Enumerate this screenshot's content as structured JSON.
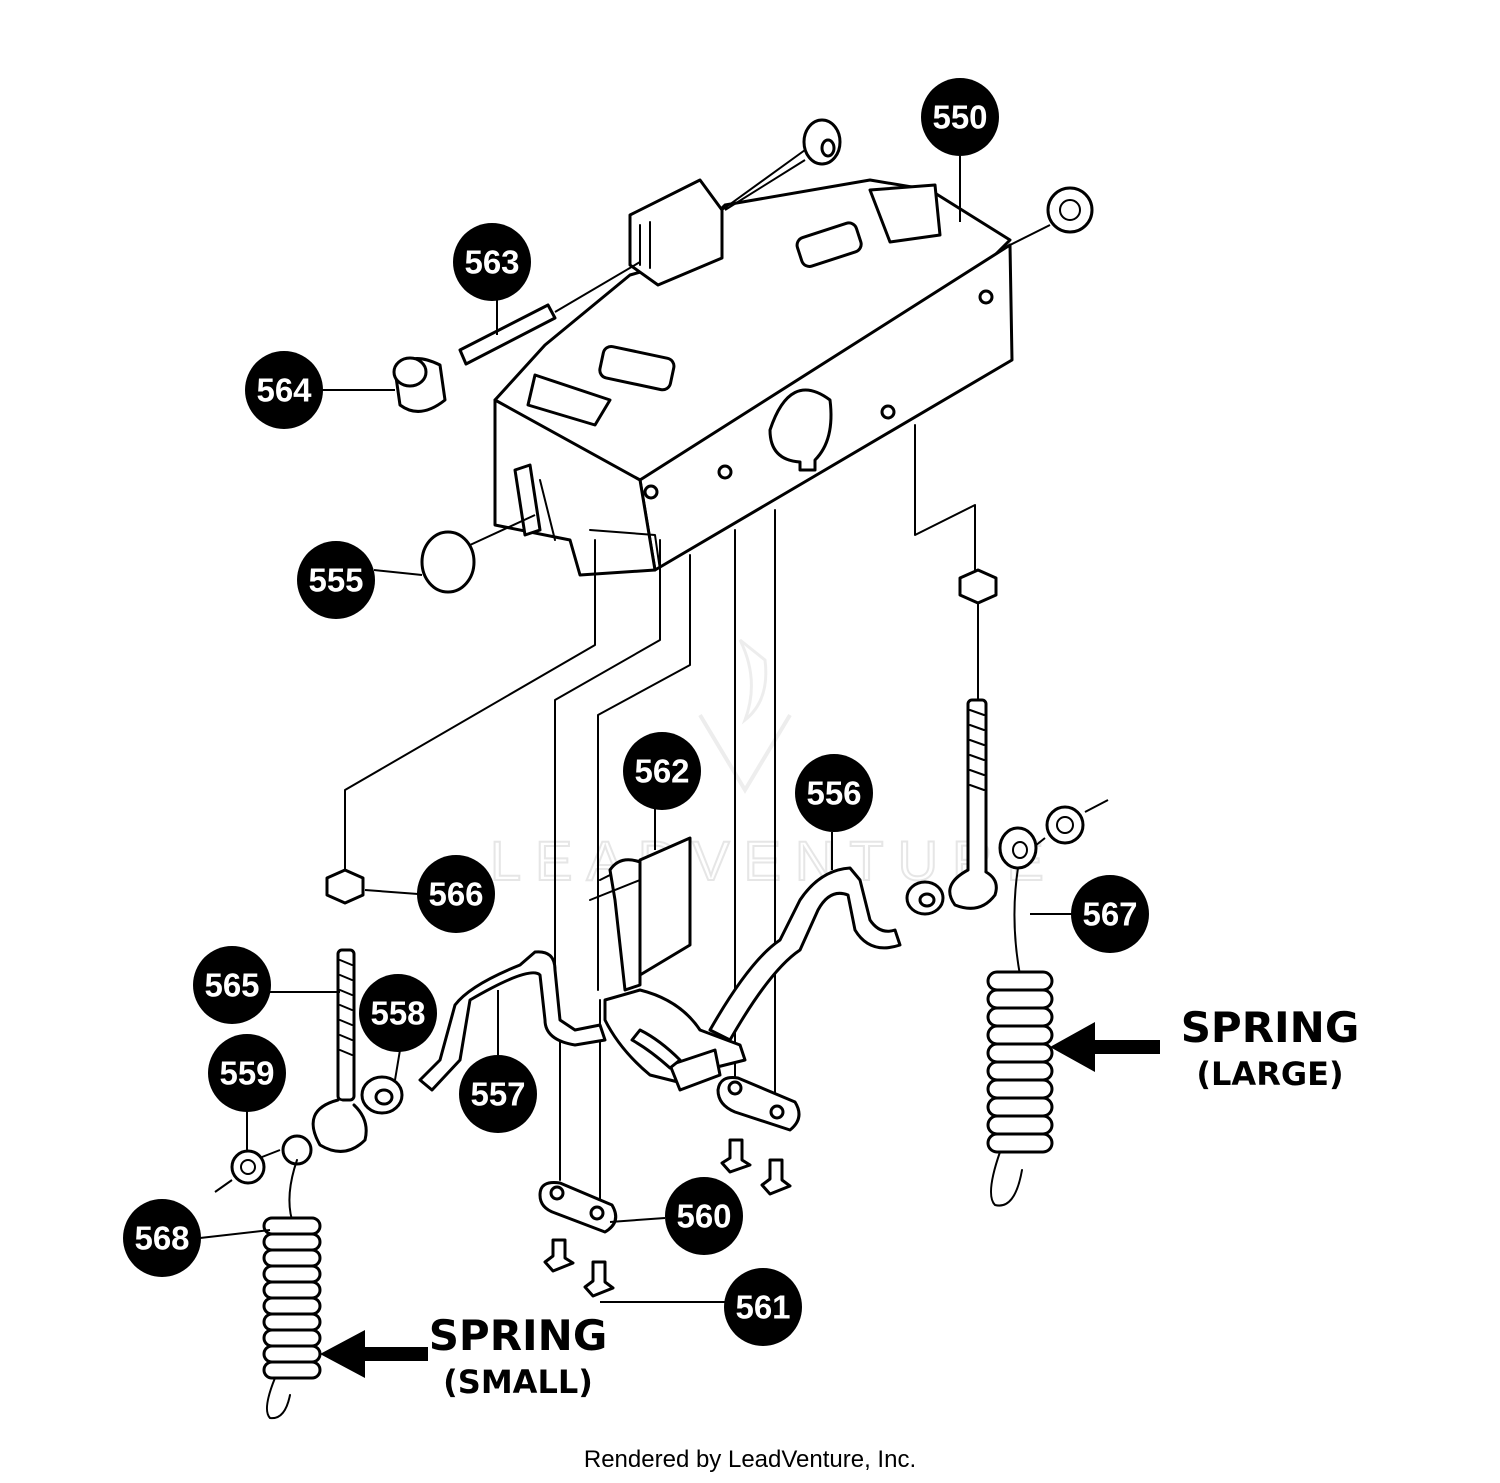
{
  "parts": [
    {
      "id": "p550",
      "number": "550"
    },
    {
      "id": "p563",
      "number": "563"
    },
    {
      "id": "p564",
      "number": "564"
    },
    {
      "id": "p555",
      "number": "555"
    },
    {
      "id": "p562",
      "number": "562"
    },
    {
      "id": "p556",
      "number": "556"
    },
    {
      "id": "p566",
      "number": "566"
    },
    {
      "id": "p567",
      "number": "567"
    },
    {
      "id": "p565",
      "number": "565"
    },
    {
      "id": "p558",
      "number": "558"
    },
    {
      "id": "p559",
      "number": "559"
    },
    {
      "id": "p557",
      "number": "557"
    },
    {
      "id": "p560",
      "number": "560"
    },
    {
      "id": "p568",
      "number": "568"
    },
    {
      "id": "p561",
      "number": "561"
    }
  ],
  "labels": {
    "spring_large": {
      "title": "SPRING",
      "sub": "(LARGE)"
    },
    "spring_small": {
      "title": "SPRING",
      "sub": "(SMALL)"
    }
  },
  "watermark": "LEADVENTURE",
  "footer": "Rendered by LeadVenture, Inc."
}
